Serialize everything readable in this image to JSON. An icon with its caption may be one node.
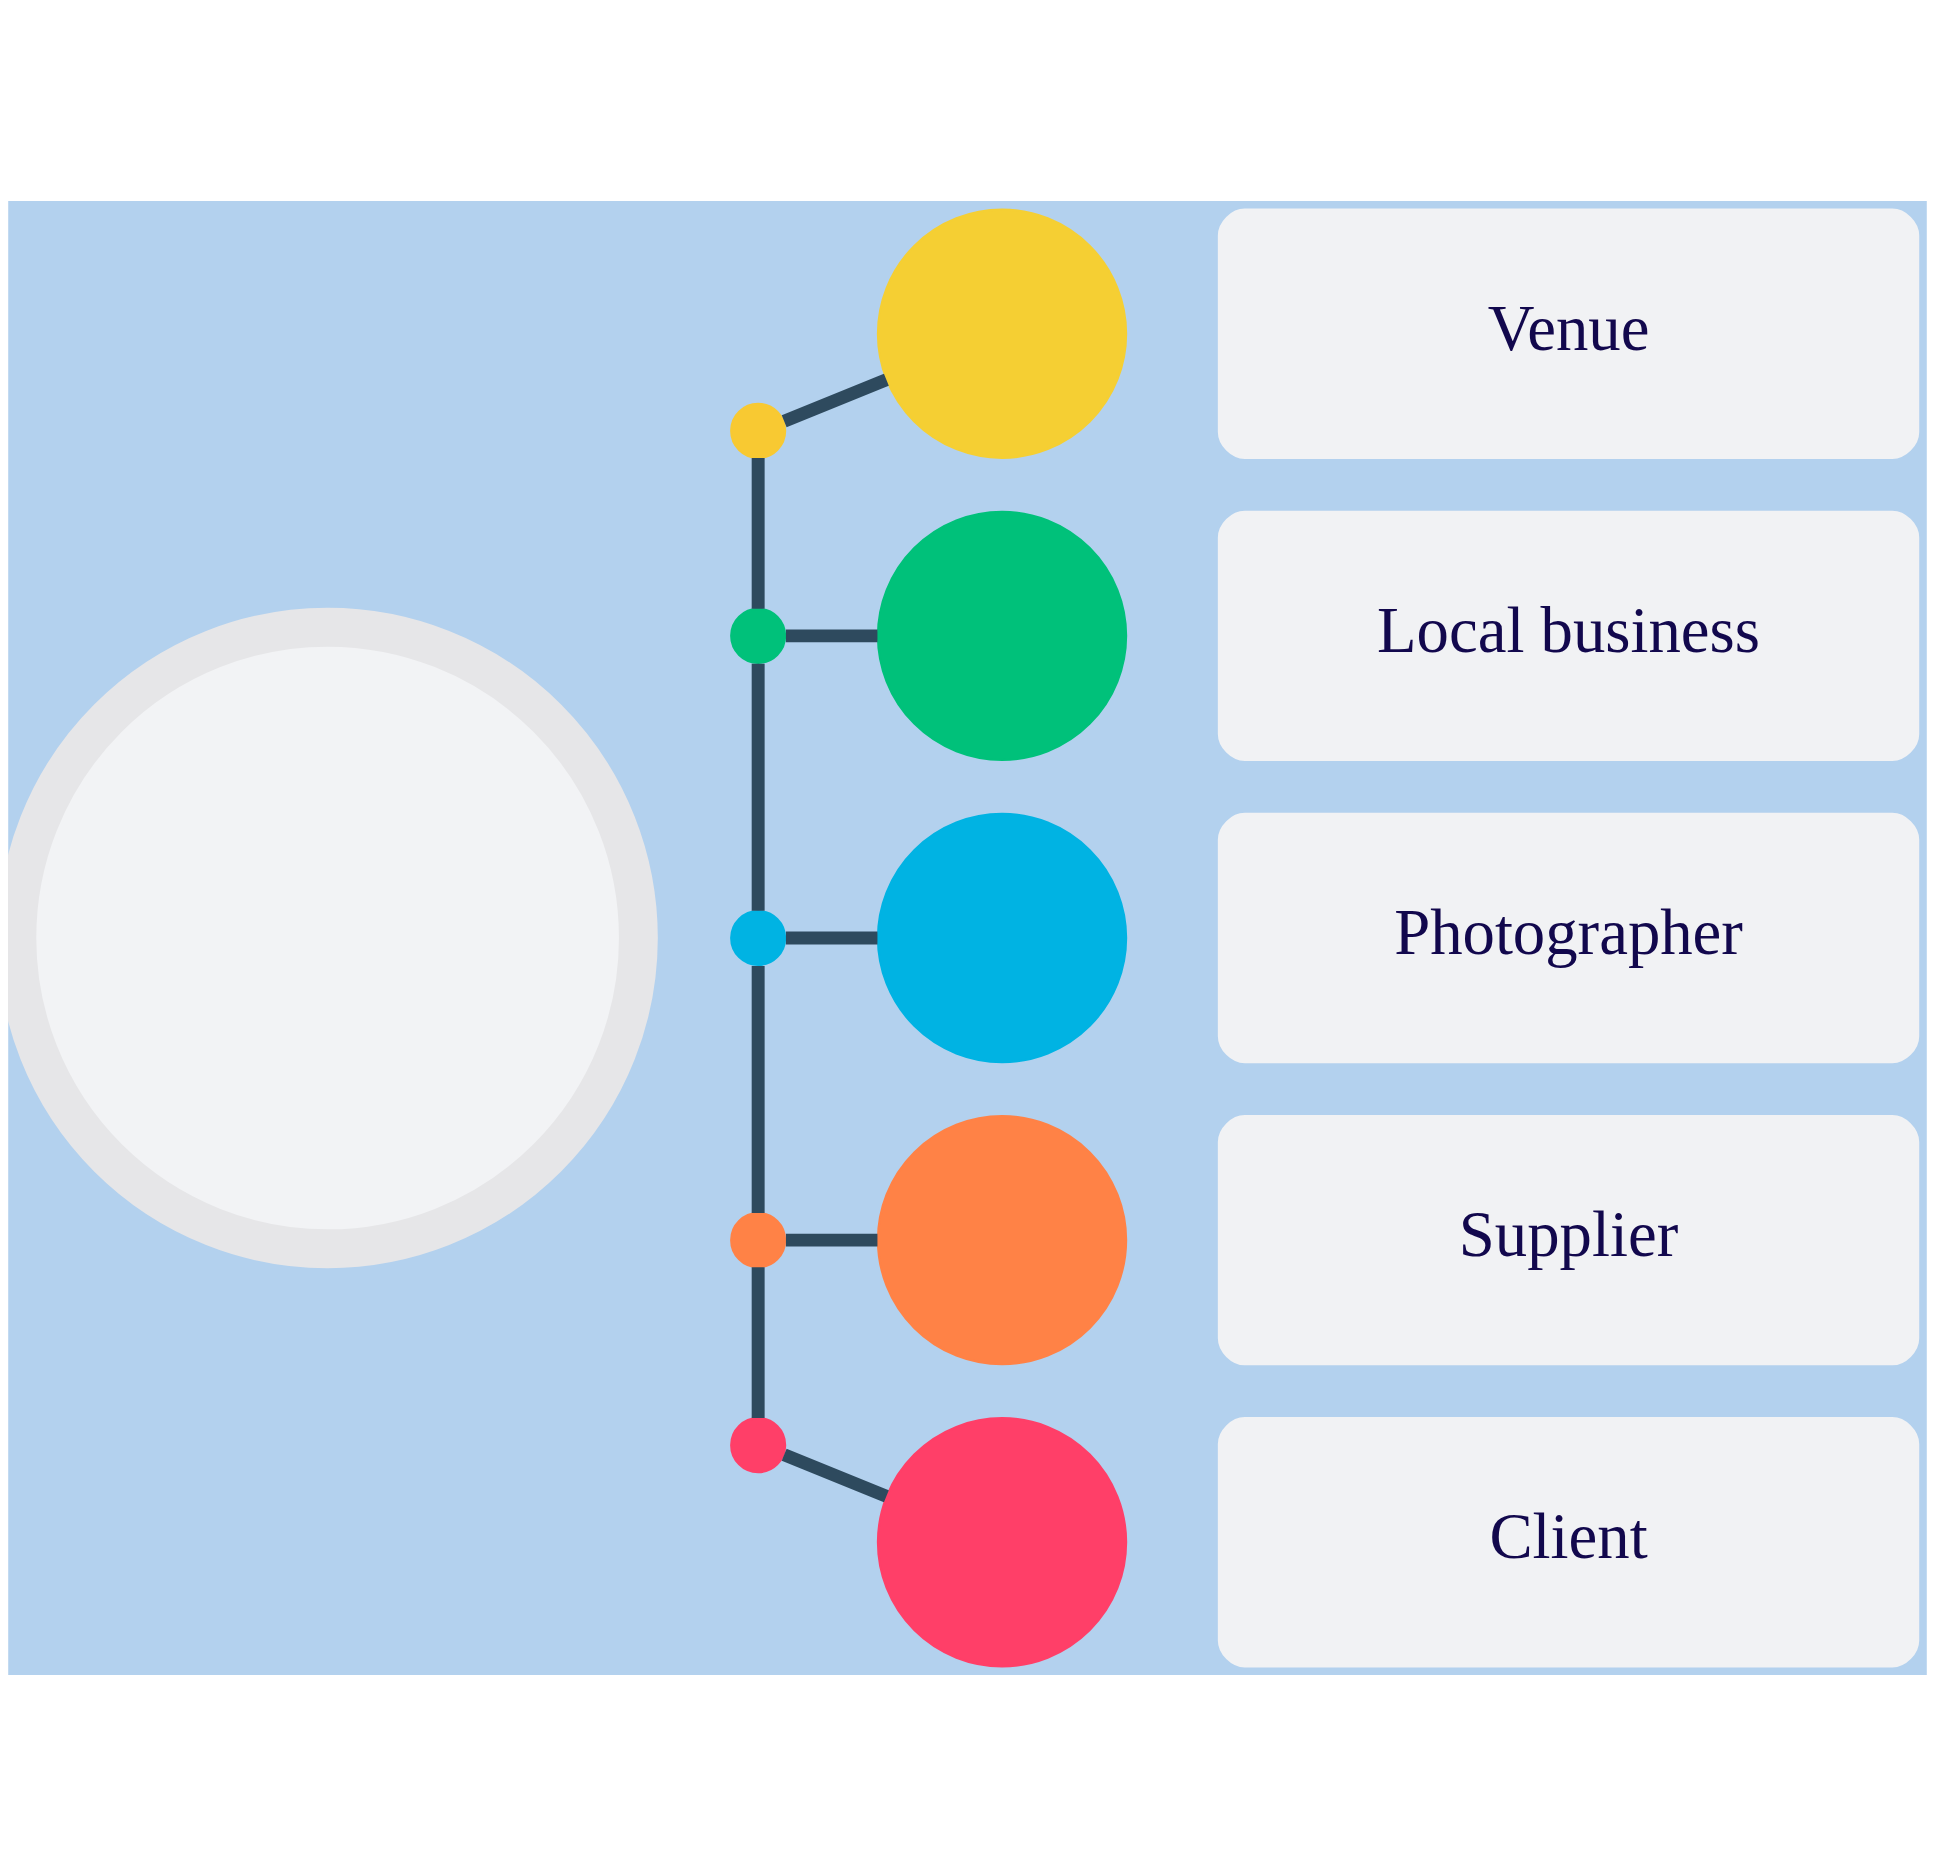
{
  "diagram": {
    "nodes": [
      {
        "text": [],
        "shape": "circle"
      },
      {
        "text": [],
        "shape": "circle"
      },
      {
        "text": [],
        "shape": "circle"
      },
      {
        "text": [],
        "shape": "circle"
      },
      {
        "text": [],
        "shape": "circle"
      },
      {
        "text": [],
        "shape": "circle"
      },
      {
        "text": [],
        "shape": "circle"
      },
      {
        "text": [
          "Venue"
        ]
      },
      {
        "text": [],
        "shape": "circle"
      },
      {
        "text": [
          "Local business"
        ]
      },
      {
        "text": [],
        "shape": "circle"
      },
      {
        "text": [
          "Photographer"
        ]
      },
      {
        "text": [],
        "shape": "circle"
      },
      {
        "text": [
          "Supplier"
        ]
      },
      {
        "text": [],
        "shape": "circle"
      },
      {
        "text": [
          "Client"
        ]
      }
    ],
    "edges": [
      {
        "from": 1,
        "to": 2,
        "arrow": "none"
      },
      {
        "from": 2,
        "to": 3,
        "arrow": "none"
      },
      {
        "from": 3,
        "to": 4,
        "arrow": "none"
      },
      {
        "from": 4,
        "to": 5,
        "arrow": "none"
      },
      {
        "from": 1,
        "to": 6,
        "arrow": "none"
      },
      {
        "from": 2,
        "to": 8,
        "arrow": "none"
      },
      {
        "from": 3,
        "to": 10,
        "arrow": "none"
      },
      {
        "from": 4,
        "to": 12,
        "arrow": "none"
      },
      {
        "from": 5,
        "to": 14,
        "arrow": "none"
      }
    ]
  }
}
